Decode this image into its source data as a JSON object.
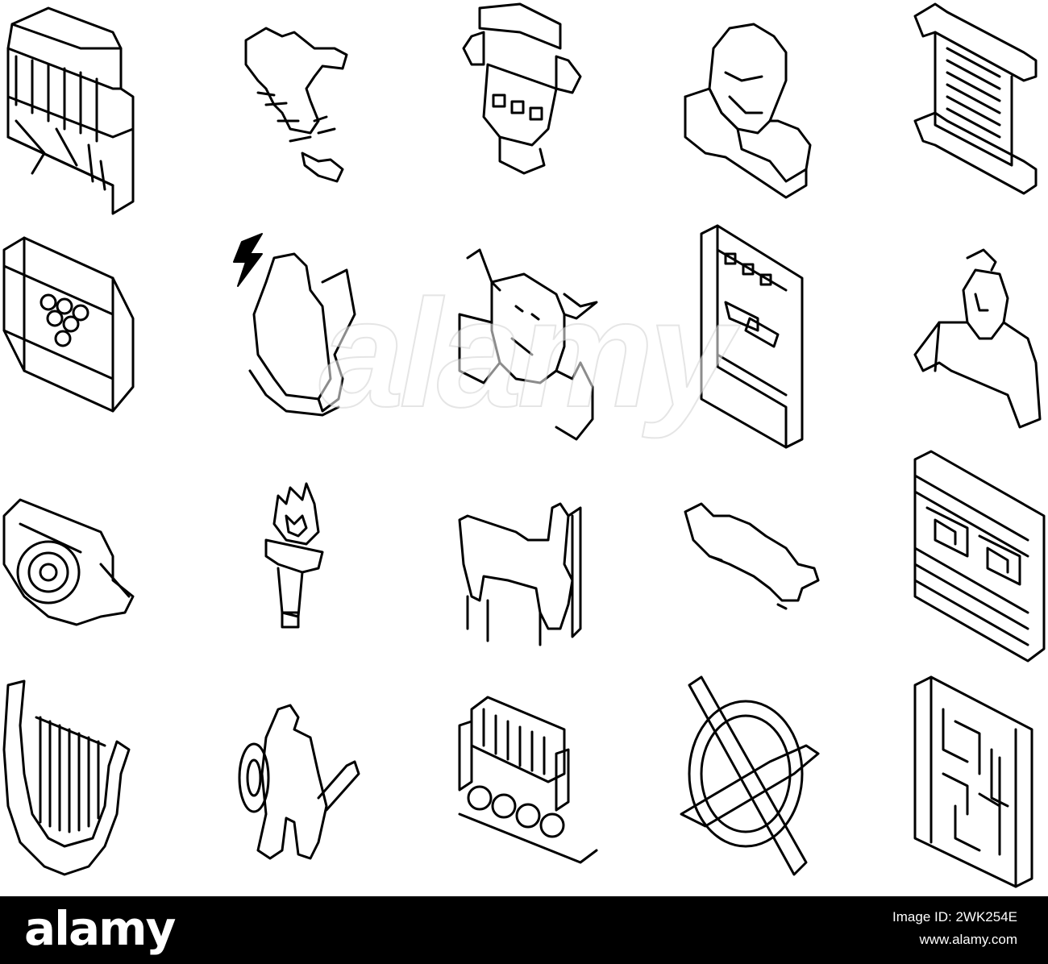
{
  "watermark": {
    "center_text": "alamy"
  },
  "footer": {
    "brand": "alamy",
    "image_id_label": "Image ID: 2WK254E",
    "site": "www.alamy.com"
  },
  "icons": [
    "parthenon-icon",
    "greece-map-icon",
    "amphora-vase-icon",
    "philosopher-bust-icon",
    "papyrus-scroll-icon",
    "wine-barrel-grapes-icon",
    "zeus-lightning-icon",
    "minotaur-icon",
    "greek-fresco-icon",
    "spartan-warrior-bust-icon",
    "chariot-icon",
    "olympic-torch-icon",
    "centaur-icon",
    "crete-island-icon",
    "meander-pattern-wall-icon",
    "lyre-icon",
    "hoplite-soldier-icon",
    "theater-audience-icon",
    "shield-sword-icon",
    "labyrinth-icon"
  ],
  "colors": {
    "ink": "#000000",
    "background": "#ffffff",
    "footer": "#000000"
  }
}
